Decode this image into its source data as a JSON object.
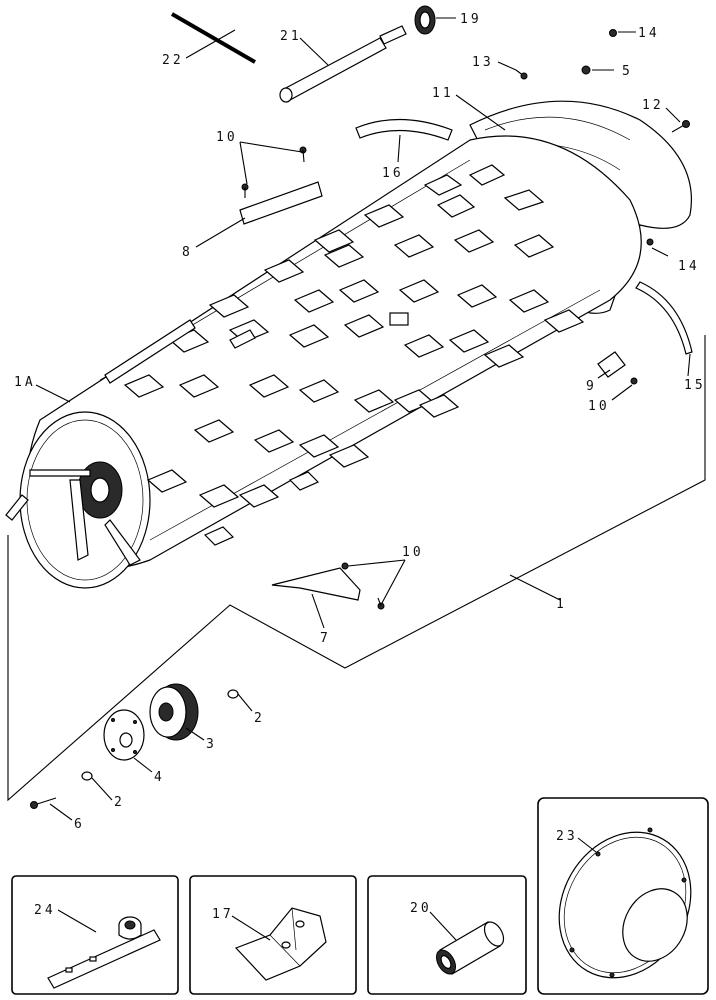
{
  "labels": {
    "l1": "1",
    "l1a": "1A",
    "l2a": "2",
    "l2b": "2",
    "l3": "3",
    "l4": "4",
    "l5": "5",
    "l6": "6",
    "l7": "7",
    "l8": "8",
    "l9": "9",
    "l10a": "10",
    "l10b": "10",
    "l10c": "10",
    "l11": "11",
    "l12": "12",
    "l13": "13",
    "l14a": "14",
    "l14b": "14",
    "l15": "15",
    "l16": "16",
    "l17": "17",
    "l19": "19",
    "l20": "20",
    "l21": "21",
    "l22": "22",
    "l23": "23",
    "l24": "24"
  }
}
